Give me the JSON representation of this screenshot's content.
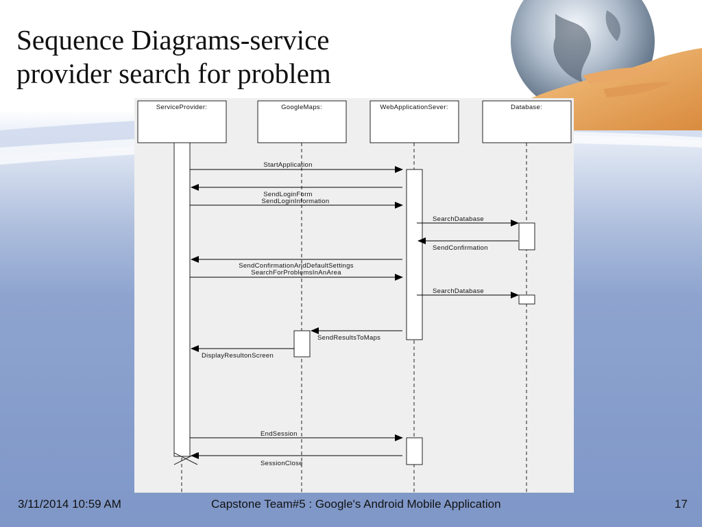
{
  "slide": {
    "title_line1": "Sequence Diagrams-service",
    "title_line2": "provider search for problem"
  },
  "lifelines": [
    {
      "name": "ServiceProvider:"
    },
    {
      "name": "GoogleMaps:"
    },
    {
      "name": "WebApplicationSever:"
    },
    {
      "name": "Database:"
    }
  ],
  "messages": [
    {
      "label": "StartApplication"
    },
    {
      "label": "SendLoginForm"
    },
    {
      "label": "SendLoginInformation"
    },
    {
      "label": "SearchDatabase"
    },
    {
      "label": "SendConfirmation"
    },
    {
      "label": "SendConfirmationAndDefaultSettings"
    },
    {
      "label": "SearchForProblemsInAnArea"
    },
    {
      "label": "SearchDatabase"
    },
    {
      "label": "SendResultsToMaps"
    },
    {
      "label": "DisplayResultonScreen"
    },
    {
      "label": "EndSession"
    },
    {
      "label": "SessionClose"
    }
  ],
  "footer": {
    "date": "3/11/2014 10:59 AM",
    "center": "Capstone Team#5 : Google's Android Mobile Application",
    "page": "17"
  },
  "colors": {
    "background_top": "#ffffff",
    "background_bottom": "#7f97c8",
    "diagram_background": "#efefef"
  }
}
